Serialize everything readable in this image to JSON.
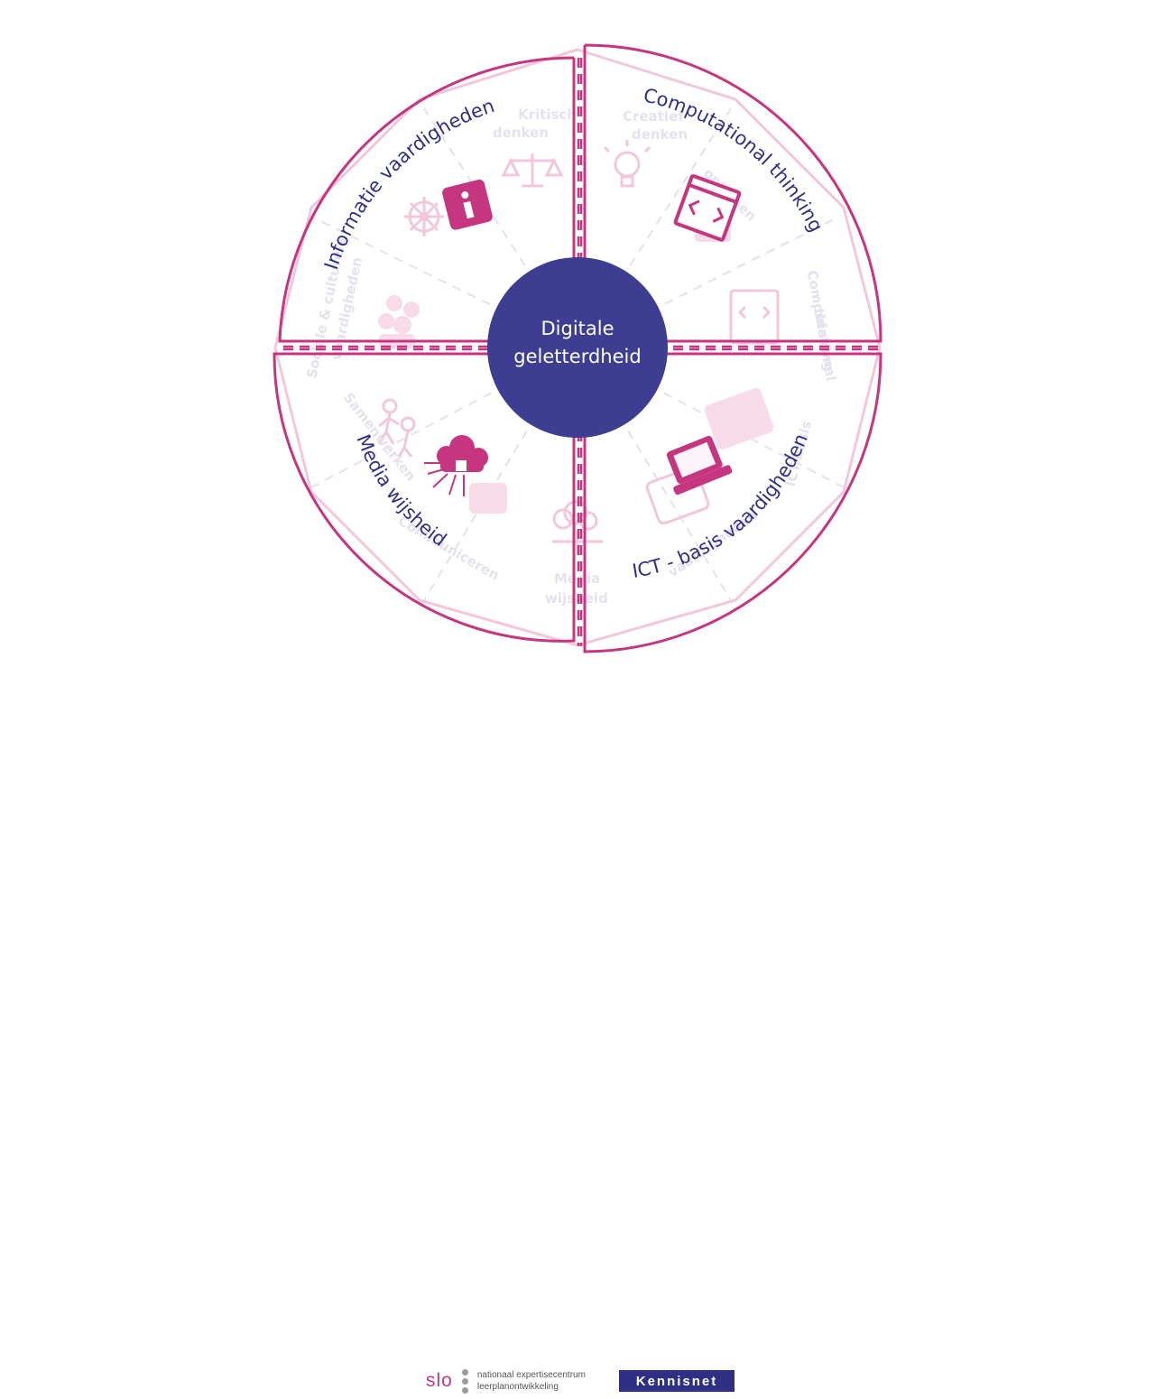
{
  "center": {
    "line1": "Digitale",
    "line2": "geletterdheid"
  },
  "quadrants": {
    "informatie": "Informatie vaardigheden",
    "computational": "Computational thinking",
    "media": "Media wijsheid",
    "ict": "ICT - basis vaardigheden"
  },
  "ghost_labels": {
    "kritisch": [
      "Kritisch",
      "denken"
    ],
    "creatief": [
      "Creatief",
      "denken"
    ],
    "oplossen": "oplossen",
    "computational_small": [
      "Computational",
      "thinking"
    ],
    "sociale": [
      "Sociale & culturele",
      "vaardigheden"
    ],
    "samenwerken": "Samenwerken",
    "communiceren": "Communiceren",
    "media_small": [
      "Media",
      "wijsheid"
    ],
    "ict_small": [
      "ICT-basis",
      "vaardigheden"
    ]
  },
  "colors": {
    "accent": "#c6357f",
    "navy": "#3d3d91",
    "ghost": "#e6e1ef"
  },
  "icons": {
    "informatie": "info-icon",
    "computational": "code-window-icon",
    "media": "cloud-network-icon",
    "ict": "laptop-icon"
  },
  "footer": {
    "slo_word": "slo",
    "slo_line1": "nationaal expertisecentrum",
    "slo_line2": "leerplanontwikkeling",
    "kennisnet": "Kennisnet"
  }
}
